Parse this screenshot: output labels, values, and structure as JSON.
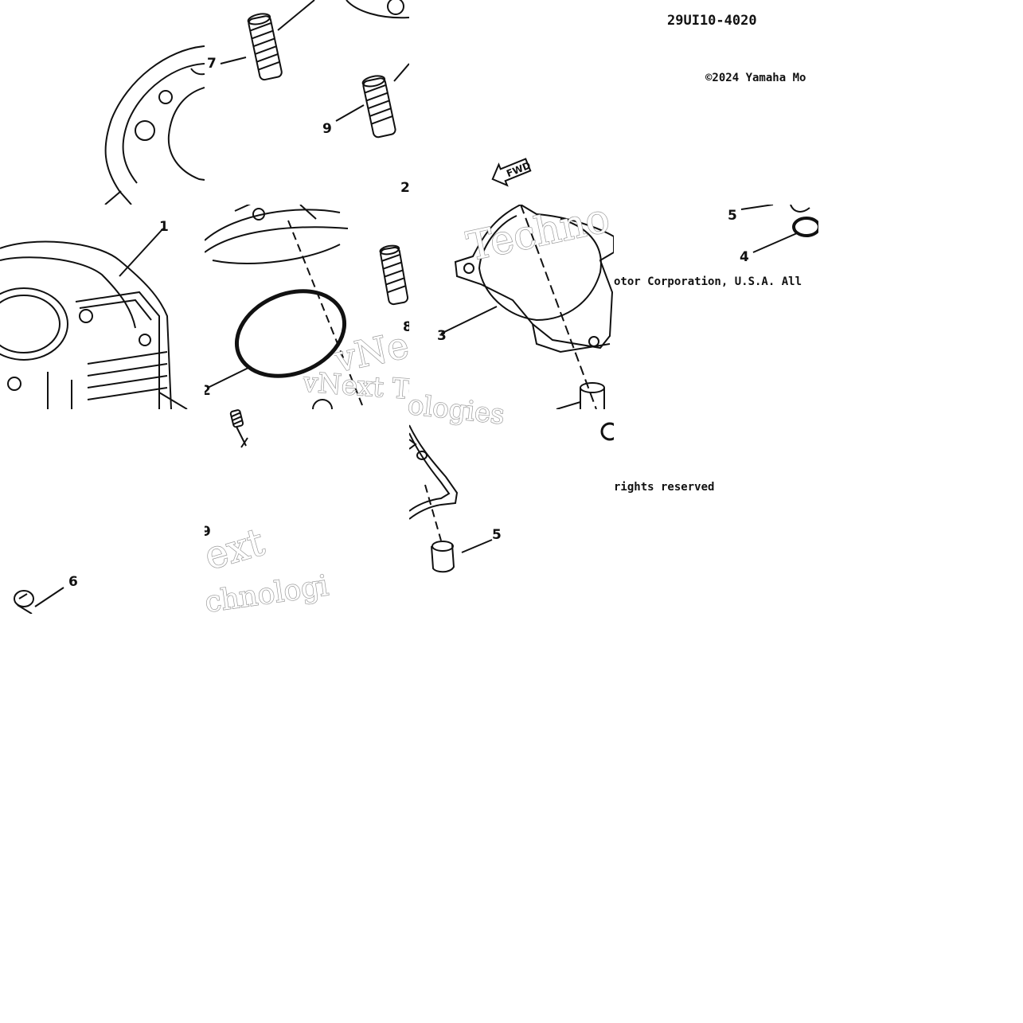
{
  "diagram": {
    "part_number": "29UI10-4020",
    "copyright_line1": "©2024 Yamaha Mo",
    "copyright_line2": "otor Corporation, U.S.A. All",
    "copyright_line3": "rights reserved",
    "fwd_label": "FWD",
    "page_fragment": "2"
  },
  "callouts": [
    "1",
    "2",
    "3",
    "4",
    "5",
    "5",
    "6",
    "7",
    "8",
    "9",
    "9"
  ],
  "watermarks": {
    "w1": "Techno",
    "w2": "vNext Tec",
    "w3": "ologies",
    "w4": "ext",
    "w5": "chnologie",
    "w6": "vNe"
  },
  "colors": {
    "ink": "#111111",
    "background": "#ffffff",
    "watermark_outline": "#9a9a9a"
  }
}
